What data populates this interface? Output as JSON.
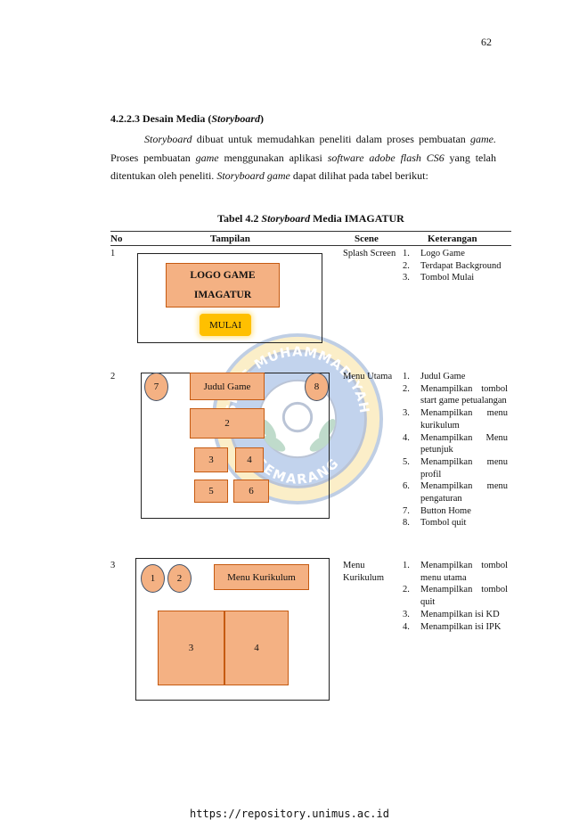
{
  "page_number": "62",
  "section_heading": {
    "number": "4.2.2.3 Desain Media (",
    "italic": "Storyboard",
    "end": ")"
  },
  "paragraph": {
    "w1": "Storyboard",
    "t1": " dibuat untuk memudahkan peneliti dalam proses pembuatan ",
    "w2": "game.",
    "t2": " Proses pembuatan ",
    "w3": "game",
    "t3": " menggunakan aplikasi ",
    "w4": "software adobe flash CS6",
    "t4": " yang telah ditentukan oleh peneliti. ",
    "w5": "Storyboard game",
    "t5": " dapat dilihat pada tabel berikut:"
  },
  "caption": {
    "prefix": "Tabel 4.2 ",
    "italic": "Storyboard",
    "suffix": " Media IMAGATUR"
  },
  "table": {
    "headers": [
      "No",
      "Tampilan",
      "Scene",
      "Keterangan"
    ],
    "rows": [
      {
        "no": "1",
        "scene": "Splash Screen",
        "items": [
          "Logo Game",
          "Terdapat Background",
          "Tombol Mulai"
        ],
        "mock": {
          "logo_line1": "LOGO GAME",
          "logo_line2": "IMAGATUR",
          "button": "MULAI"
        }
      },
      {
        "no": "2",
        "scene": "Menu Utama",
        "items": [
          "Judul Game",
          "Menampilkan tombol start game petualangan",
          "Menampilkan menu kurikulum",
          "Menampilkan Menu petunjuk",
          "Menampilkan menu profil",
          "Menampilkan menu pengaturan",
          "Button Home",
          "Tombol quit"
        ],
        "mock": {
          "title": "Judul Game",
          "c_left": "7",
          "c_right": "8",
          "b2": "2",
          "b3": "3",
          "b4": "4",
          "b5": "5",
          "b6": "6"
        }
      },
      {
        "no": "3",
        "scene": "Menu Kurikulum",
        "items": [
          "Menampilkan tombol menu utama",
          "Menampilkan tombol quit",
          "Menampilkan isi KD",
          "Menampilkan isi IPK"
        ],
        "mock": {
          "c1": "1",
          "c2": "2",
          "title": "Menu Kurikulum",
          "b3": "3",
          "b4": "4"
        }
      }
    ]
  },
  "watermark": {
    "top_text": "SITAS MUHAMMADIYAH",
    "bottom_text": "SEMARANG"
  },
  "footer_url": "https://repository.unimus.ac.id",
  "colors": {
    "box_fill": "#f4b183",
    "box_border": "#c55a11",
    "button": "#ffc000",
    "circle_border": "#44546a"
  }
}
